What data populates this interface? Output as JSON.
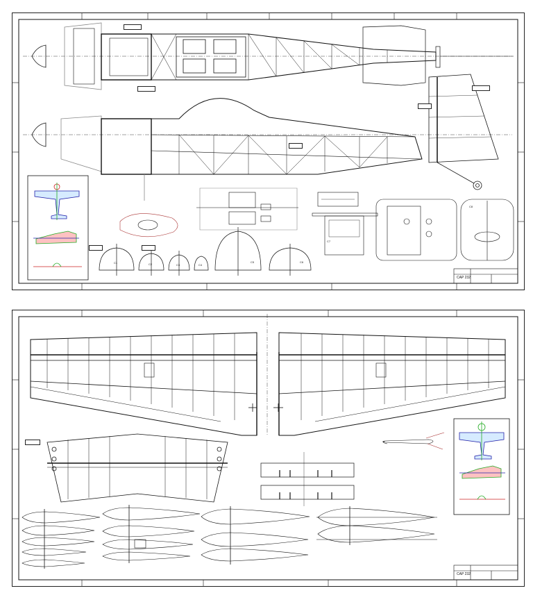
{
  "sheets": [
    {
      "title_block": {
        "code": "CAP 232"
      },
      "labels": {
        "c1": "C1",
        "c2": "C2",
        "c3": "C3",
        "c4": "C4",
        "c5": "C5",
        "c6": "C6",
        "c7": "C7",
        "c8": "C8"
      }
    },
    {
      "title_block": {
        "code": "CAP 232"
      }
    }
  ]
}
